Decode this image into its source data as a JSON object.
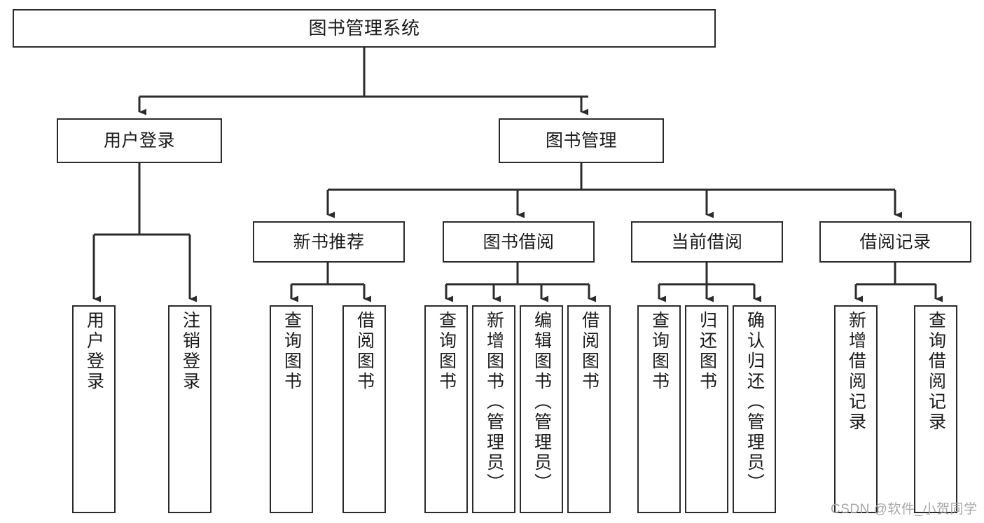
{
  "diagram": {
    "title": "图书管理系统",
    "type": "tree-hierarchy-diagram",
    "watermark": "CSDN @软件_小贺同学",
    "colors": {
      "stroke": "#2b2b2b",
      "fill": "#ffffff",
      "text": "#1a1a1a",
      "watermark": "#a8a8a8"
    },
    "nodes": {
      "root": {
        "label": "图书管理系统"
      },
      "level2": [
        {
          "id": "user-login",
          "label": "用户登录"
        },
        {
          "id": "book-management",
          "label": "图书管理"
        }
      ],
      "level3": [
        {
          "id": "new-book-recommend",
          "label": "新书推荐"
        },
        {
          "id": "book-borrow",
          "label": "图书借阅"
        },
        {
          "id": "current-borrow",
          "label": "当前借阅"
        },
        {
          "id": "borrow-record",
          "label": "借阅记录"
        }
      ],
      "leaves": {
        "user-login": [
          {
            "id": "leaf-user-login",
            "label": "用户登录"
          },
          {
            "id": "leaf-user-logout",
            "label": "注销登录"
          }
        ],
        "new-book-recommend": [
          {
            "id": "leaf-query-book-1",
            "label": "查询图书"
          },
          {
            "id": "leaf-borrow-book-1",
            "label": "借阅图书"
          }
        ],
        "book-borrow": [
          {
            "id": "leaf-query-book-2",
            "label": "查询图书"
          },
          {
            "id": "leaf-add-book-admin",
            "label": "新增图书（管理员）"
          },
          {
            "id": "leaf-edit-book-admin",
            "label": "编辑图书（管理员）"
          },
          {
            "id": "leaf-borrow-book-2",
            "label": "借阅图书"
          }
        ],
        "current-borrow": [
          {
            "id": "leaf-query-book-3",
            "label": "查询图书"
          },
          {
            "id": "leaf-return-book",
            "label": "归还图书"
          },
          {
            "id": "leaf-confirm-return-admin",
            "label": "确认归还（管理员）"
          }
        ],
        "borrow-record": [
          {
            "id": "leaf-add-borrow-record",
            "label": "新增借阅记录"
          },
          {
            "id": "leaf-query-borrow-record",
            "label": "查询借阅记录"
          }
        ]
      }
    }
  }
}
